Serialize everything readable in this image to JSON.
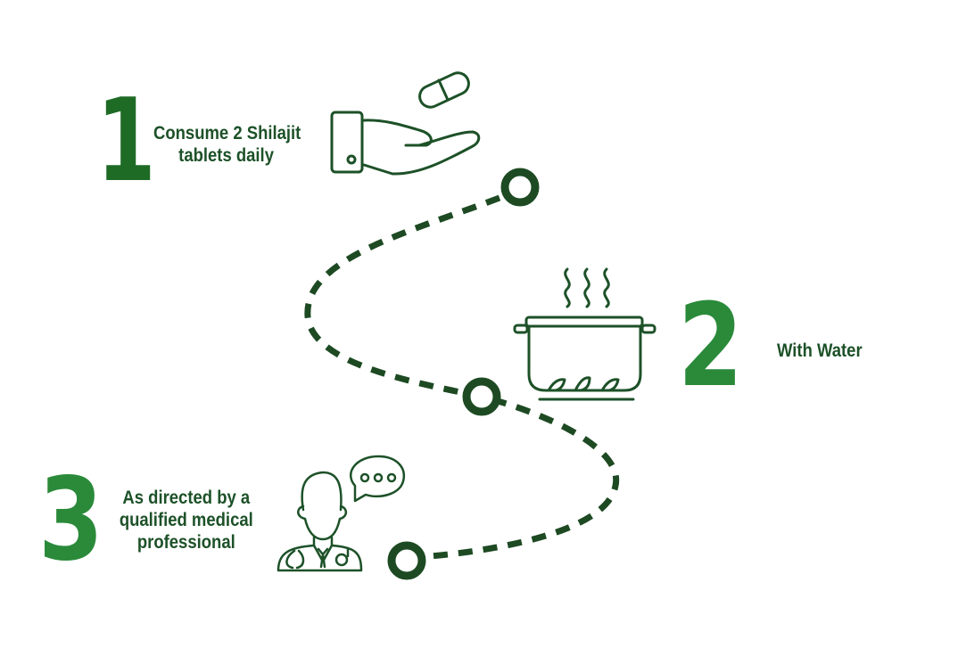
{
  "steps": [
    {
      "number": "1",
      "text_line1": "Consume 2 Shilajit",
      "text_line2": "tablets daily",
      "icon": "hand-with-pill-icon"
    },
    {
      "number": "2",
      "text_line1": "With Water",
      "icon": "cooking-pot-icon"
    },
    {
      "number": "3",
      "text_line1": "As directed by a",
      "text_line2": "qualified medical",
      "text_line3": "professional",
      "icon": "doctor-icon"
    }
  ],
  "colors": {
    "text": "#1d5128",
    "number1": "#1e6b26",
    "number23": "#2a8a3a",
    "path": "#1d4a22"
  }
}
